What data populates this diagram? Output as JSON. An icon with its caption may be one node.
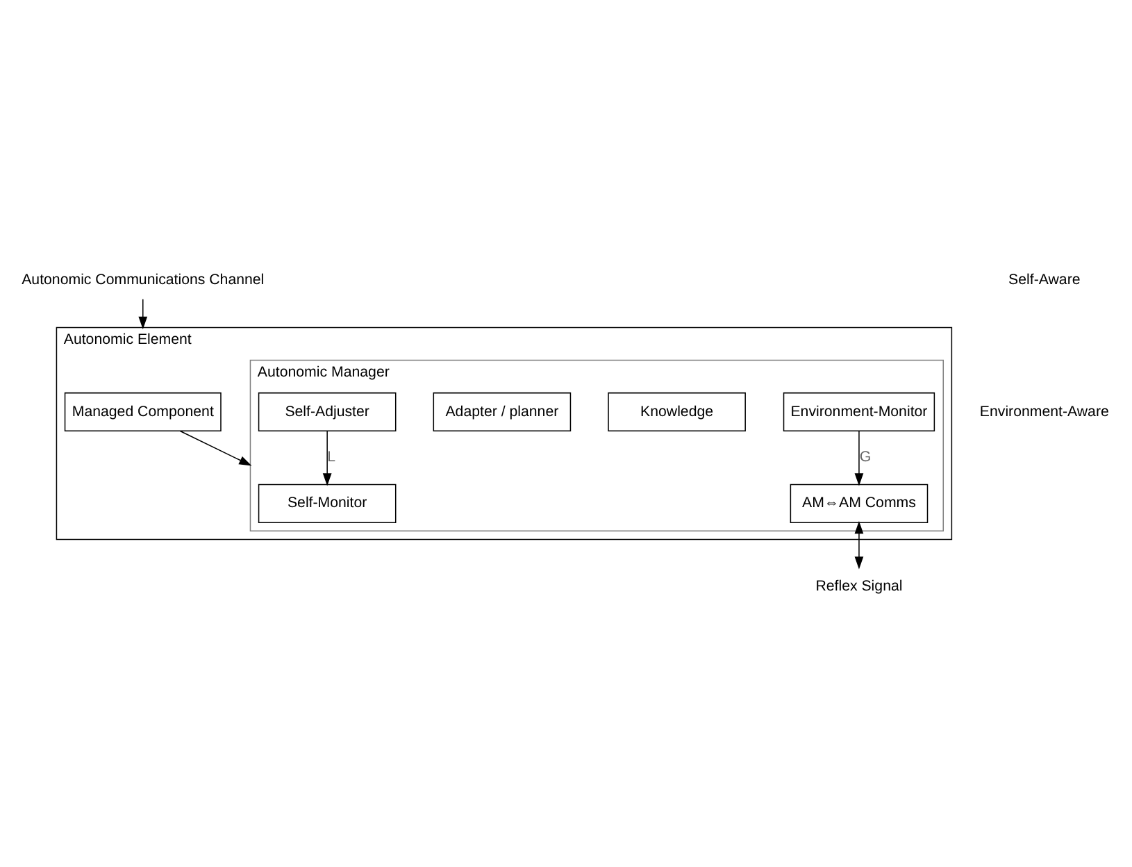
{
  "diagram": {
    "nodes": [
      {
        "text": [
          "Autonomic Element"
        ]
      },
      {
        "text": [
          "Managed Component"
        ],
        "in": 0
      },
      {
        "text": [
          "Autonomic Manager"
        ],
        "in": 0
      },
      {
        "text": [
          "Self-Monitor"
        ],
        "in": 2
      },
      {
        "text": [
          "Self-Adjuster"
        ],
        "in": 2
      },
      {
        "text": [
          "Knowledge"
        ],
        "in": 2
      },
      {
        "text": [
          "Adapter / planner"
        ],
        "in": 2
      },
      {
        "text": [
          "Environment-Monitor"
        ],
        "in": 2
      },
      {
        "text": [
          "AM⇔AM Comms"
        ],
        "in": 2
      },
      {
        "text": [
          "Reflex Signal"
        ]
      },
      {
        "text": [
          "Autonomic Communications Channel"
        ]
      }
    ],
    "edges": [
      {
        "from": 1,
        "to": 2,
        "arrow": "to"
      },
      {
        "from": 4,
        "to": 3,
        "arrow": "to",
        "label": "L"
      },
      {
        "from": 7,
        "to": 8,
        "arrow": "to",
        "label": "G"
      },
      {
        "from": 8,
        "to": 9,
        "arrow": "both"
      },
      {
        "from": 10,
        "to": 0,
        "arrow": "to"
      }
    ],
    "labels": [
      "Self-Aware",
      "Environment-Aware"
    ]
  }
}
